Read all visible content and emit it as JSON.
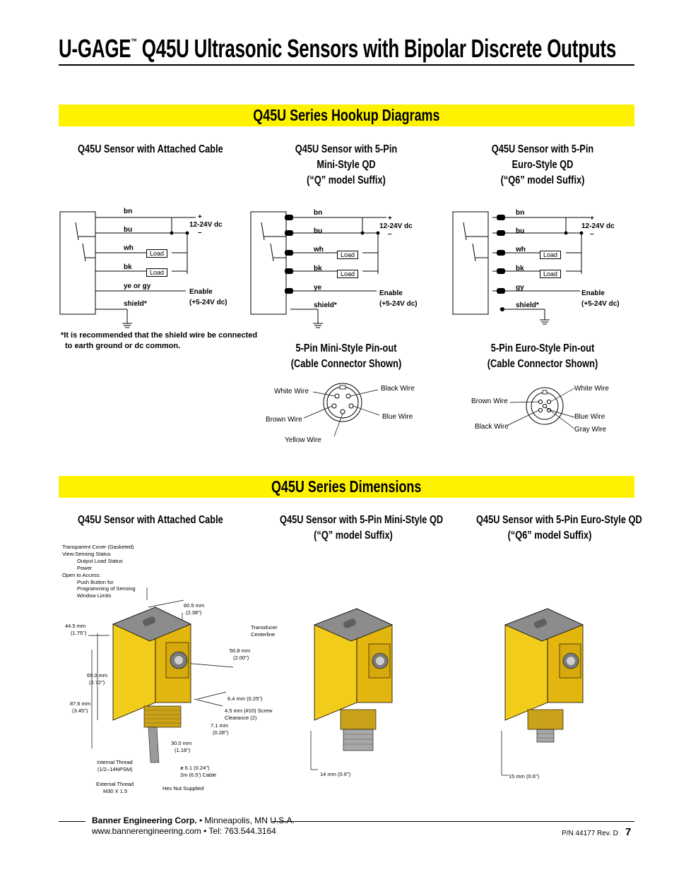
{
  "header": {
    "title_brand": "U-GAGE",
    "title_tm": "™",
    "title_rest": " Q45U Ultrasonic Sensors with Bipolar Discrete Outputs"
  },
  "hookup": {
    "band_title": "Q45U Series Hookup Diagrams",
    "attached_cable": {
      "heading": "Q45U Sensor with Attached Cable",
      "wires": [
        "bn",
        "bu",
        "wh",
        "bk",
        "ye or gy",
        "shield*"
      ],
      "plus": "+",
      "minus": "–",
      "supply": "12-24V dc",
      "load1": "Load",
      "load2": "Load",
      "enable": "Enable",
      "enable_v": "(+5-24V dc)"
    },
    "mini_qd": {
      "heading_l1": "Q45U Sensor with 5-Pin",
      "heading_l2": "Mini-Style QD",
      "heading_l3": "(“Q” model Suffix)",
      "wires": [
        "bn",
        "bu",
        "wh",
        "bk",
        "ye",
        "shield*"
      ],
      "plus": "+",
      "minus": "–",
      "supply": "12-24V dc",
      "load1": "Load",
      "load2": "Load",
      "enable": "Enable",
      "enable_v": "(+5-24V dc)"
    },
    "euro_qd": {
      "heading_l1": "Q45U Sensor with 5-Pin",
      "heading_l2": "Euro-Style QD",
      "heading_l3": "(“Q6” model Suffix)",
      "wires": [
        "bn",
        "bu",
        "wh",
        "bk",
        "gy",
        "shield*"
      ],
      "plus": "+",
      "minus": "–",
      "supply": "12-24V dc",
      "load1": "Load",
      "load2": "Load",
      "enable": "Enable",
      "enable_v": "(+5-24V dc)"
    },
    "shield_note_l1": "*It is recommended that the shield wire be connected",
    "shield_note_l2": "to earth ground or dc common.",
    "mini_pinout": {
      "heading_l1": "5-Pin Mini-Style Pin-out",
      "heading_l2": "(Cable Connector Shown)",
      "white": "White Wire",
      "brown": "Brown Wire",
      "yellow": "Yellow Wire",
      "black": "Black Wire",
      "blue": "Blue Wire"
    },
    "euro_pinout": {
      "heading_l1": "5-Pin Euro-Style Pin-out",
      "heading_l2": "(Cable Connector Shown)",
      "brown": "Brown Wire",
      "black": "Black Wire",
      "white": "White Wire",
      "blue": "Blue Wire",
      "gray": "Gray Wire"
    }
  },
  "dimensions": {
    "band_title": "Q45U Series Dimensions",
    "attached_heading": "Q45U Sensor with Attached Cable",
    "mini_heading_l1": "Q45U Sensor with 5-Pin Mini-Style QD",
    "mini_heading_l2": "(“Q” model Suffix)",
    "euro_heading_l1": "Q45U Sensor with 5-Pin Euro-Style QD",
    "euro_heading_l2": "(“Q6” model Suffix)",
    "callouts": {
      "cover": "Transparent Cover (Gasketed)",
      "view": "View:Sensing Status",
      "output": "Output Load Status",
      "power": "Power",
      "open": "Open to Access:",
      "push": "Push Button for",
      "prog": "Programming of Sensing",
      "window": "Window Limits",
      "d605": "60.5 mm",
      "d605i": "(2.38\")",
      "d445": "44.5 mm",
      "d445i": "(1.75\")",
      "transducer": "Transducer",
      "centerline": "Centerline",
      "d508": "50.8 mm",
      "d508i": "(2.00\")",
      "d690": "69.0 mm",
      "d690i": "(2.72\")",
      "d64": "6.4 mm (0.25\")",
      "d876": "87.6 mm",
      "d876i": "(3.45\")",
      "d45": "4.5 mm (#10) Screw",
      "d45b": "Clearance (2)",
      "d71": "7.1 mm",
      "d71i": "(0.28\")",
      "d300": "30.0 mm",
      "d300i": "(1.18\")",
      "internal": "Internal Thread",
      "internal2": "(1/2–14NPSM)",
      "d61": "ø 6.1 (0.24\")",
      "d61b": "2m (6.5') Cable",
      "external": "External Thread",
      "external2": "M30 X 1.5",
      "hexnut": "Hex Nut Supplied",
      "mini_len": "14 mm (0.6\")",
      "euro_len": "15 mm (0.6\")"
    }
  },
  "footer": {
    "company": "Banner Engineering Corp.",
    "location": " • Minneapolis, MN U.S.A.",
    "contact": "www.bannerengineering.com  •  Tel: 763.544.3164",
    "part": "P/N 44177 Rev. D",
    "page": "7"
  },
  "colors": {
    "band": "#fff200",
    "sensor_yellow": "#f2cc1a",
    "sensor_gray": "#8c8c8c"
  }
}
